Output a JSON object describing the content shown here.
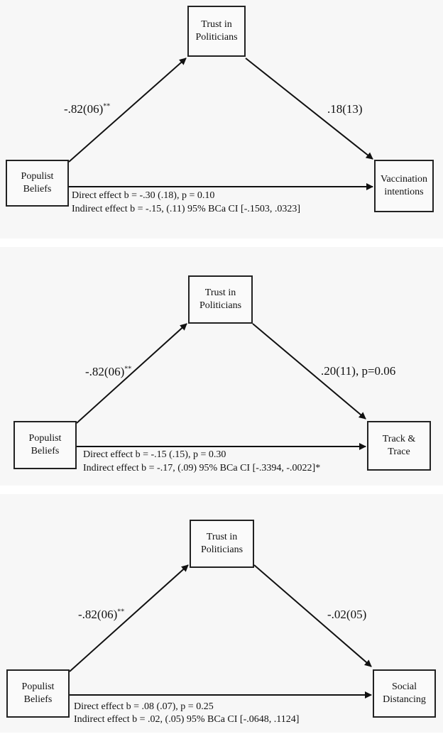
{
  "panels": [
    {
      "mediator": "Trust in\nPoliticians",
      "predictor": "Populist\nBeliefs",
      "outcome": "Vaccination\nintentions",
      "path_a": "-.82(06)",
      "path_a_sig": "**",
      "path_b": ".18(13)",
      "direct": "Direct effect b = -.30 (.18), p = 0.10",
      "indirect": "Indirect effect b = -.15, (.11) 95% BCa CI [-.1503, .0323]"
    },
    {
      "mediator": "Trust in\nPoliticians",
      "predictor": "Populist\nBeliefs",
      "outcome": "Track &\nTrace",
      "path_a": "-.82(06)",
      "path_a_sig": "**",
      "path_b": ".20(11), p=0.06",
      "direct": "Direct effect b = -.15 (.15), p = 0.30",
      "indirect": "Indirect effect b = -.17, (.09) 95% BCa CI [-.3394, -.0022]*"
    },
    {
      "mediator": "Trust in\nPoliticians",
      "predictor": "Populist\nBeliefs",
      "outcome": "Social\nDistancing",
      "path_a": "-.82(06)",
      "path_a_sig": "**",
      "path_b": "-.02(05)",
      "direct": "Direct effect b = .08 (.07), p = 0.25",
      "indirect": "Indirect effect b = .02, (.05) 95% BCa CI [-.0648, .1124]"
    }
  ]
}
